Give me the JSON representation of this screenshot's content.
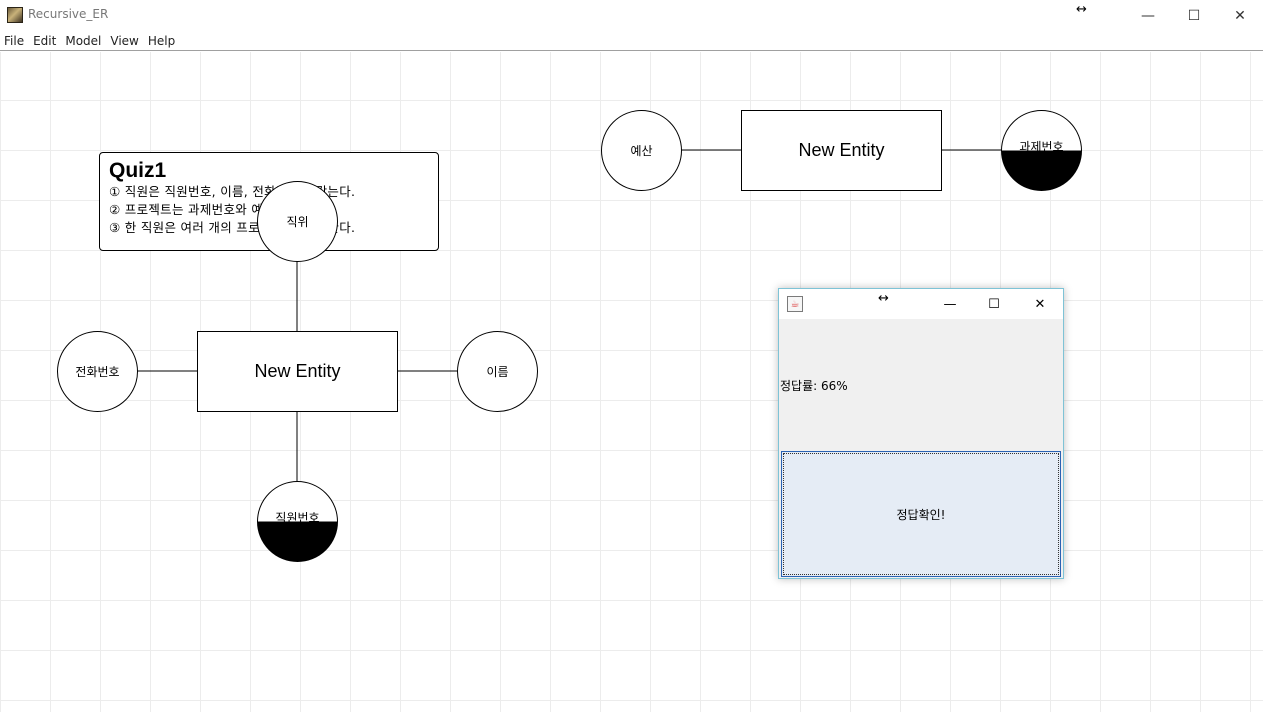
{
  "window": {
    "title": "Recursive_ER",
    "resize_glyph": "↔",
    "controls": {
      "minimize": "—",
      "maximize": "☐",
      "close": "✕"
    },
    "icon": "app-icon"
  },
  "menu": {
    "items": [
      "File",
      "Edit",
      "Model",
      "View",
      "Help"
    ]
  },
  "quiz": {
    "title": "Quiz1",
    "lines": [
      "① 직원은  직원번호, 이름, 전화번호를 갖는다.",
      "② 프로젝트는 과제번호와 예산을 가진다.",
      "③ 한 직원은 여러 개의 프로젝트 업무를 한다."
    ]
  },
  "diagram": {
    "entities": [
      {
        "id": "entity-left",
        "label": "New Entity"
      },
      {
        "id": "entity-right",
        "label": "New Entity"
      }
    ],
    "attributes": [
      {
        "id": "attr-position",
        "label": "직위",
        "key": false
      },
      {
        "id": "attr-phone",
        "label": "전화번호",
        "key": false
      },
      {
        "id": "attr-name",
        "label": "이름",
        "key": false
      },
      {
        "id": "attr-empno",
        "label": "직원번호",
        "key": true
      },
      {
        "id": "attr-budget",
        "label": "예산",
        "key": false
      },
      {
        "id": "attr-taskno",
        "label": "과제번호",
        "key": true
      }
    ]
  },
  "dialog": {
    "icon": "java-icon",
    "resize_glyph": "↔",
    "controls": {
      "minimize": "—",
      "maximize": "☐",
      "close": "✕"
    },
    "rate_label": "정답률: 66%",
    "check_button": "정답확인!"
  }
}
